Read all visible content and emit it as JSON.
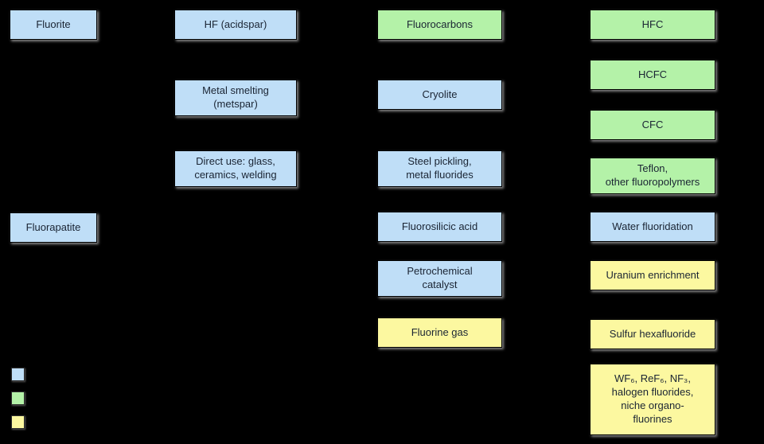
{
  "colors": {
    "background": "#000000",
    "blue": "#bfdef7",
    "green": "#b4f2a8",
    "yellow": "#fcf8a0",
    "text": "#1a2433"
  },
  "nodes": {
    "fluorite": {
      "label": "Fluorite",
      "type": "blue"
    },
    "hf_acidspar": {
      "label": "HF (acidspar)",
      "type": "blue"
    },
    "fluorocarbons": {
      "label": "Fluorocarbons",
      "type": "green"
    },
    "hfc": {
      "label": "HFC",
      "type": "green"
    },
    "hcfc": {
      "label": "HCFC",
      "type": "green"
    },
    "cfc": {
      "label": "CFC",
      "type": "green"
    },
    "metal_smelting": {
      "label": "Metal smelting\n(metspar)",
      "type": "blue"
    },
    "cryolite": {
      "label": "Cryolite",
      "type": "blue"
    },
    "direct_use": {
      "label": "Direct use: glass,\nceramics, welding",
      "type": "blue"
    },
    "steel_pickling": {
      "label": "Steel pickling,\nmetal fluorides",
      "type": "blue"
    },
    "teflon": {
      "label": "Teflon,\nother fluoropolymers",
      "type": "green"
    },
    "fluorapatite": {
      "label": "Fluorapatite",
      "type": "blue"
    },
    "fluorosilicic_acid": {
      "label": "Fluorosilicic acid",
      "type": "blue"
    },
    "water_fluoridation": {
      "label": "Water fluoridation",
      "type": "blue"
    },
    "petrochemical_catalyst": {
      "label": "Petrochemical\ncatalyst",
      "type": "blue"
    },
    "uranium_enrichment": {
      "label": "Uranium enrichment",
      "type": "yellow"
    },
    "fluorine_gas": {
      "label": "Fluorine gas",
      "type": "yellow"
    },
    "sulfur_hexafluoride": {
      "label": "Sulfur hexafluoride",
      "type": "yellow"
    },
    "niche_fluorides": {
      "label": "WF₆, ReF₆, NF₃,\nhalogen fluorides,\nniche organo-\nfluorines",
      "type": "yellow"
    }
  },
  "legend": {
    "swatches": [
      "blue",
      "green",
      "yellow"
    ]
  }
}
